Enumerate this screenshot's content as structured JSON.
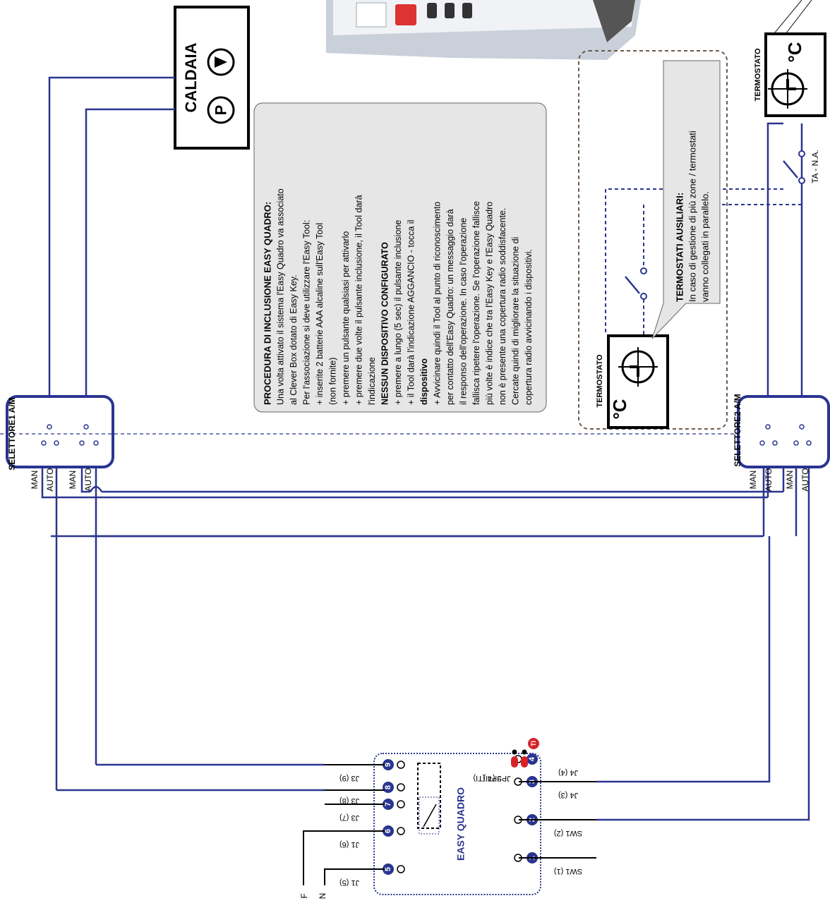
{
  "caldaia": {
    "title": "CALDAIA",
    "pump_icon": "pump-p-icon",
    "flame_icon": "triangle-burner-icon"
  },
  "selettore1": {
    "label": "SELETTORE1 A/M",
    "man_1": "MAN",
    "auto_1": "AUTO",
    "man_2": "MAN",
    "auto_2": "AUTO"
  },
  "selettore2": {
    "label": "SELETTORE2 A/M",
    "man_1": "MAN",
    "auto_1": "AUTO",
    "man_2": "MAN",
    "auto_2": "AUTO"
  },
  "termostato_main": {
    "label": "TERMOSTATO",
    "unit": "°C",
    "contact_label": "TA - N.A."
  },
  "termostato_aux": {
    "label": "TERMOSTATO",
    "unit": "°C"
  },
  "termostati_ausiliari": {
    "title": "TERMOSTATI AUSILIARI:",
    "lines": [
      "In caso di gestione di più zone / termostati",
      "vanno collegati in parallelo."
    ]
  },
  "procedure": {
    "title": "PROCEDURA DI INCLUSIONE EASY QUADRO:",
    "lines": [
      "Una volta attivato il sistema l'Easy Quadro va associato",
      "al Clever Box dotato di Easy Key.",
      "Per l'associazione si deve utilizzare l'Easy Tool:",
      "+ inserite 2 batterie AAA alcaline sull'Easy Tool",
      "(non fornite)",
      "+ premere un pulsante qualsiasi per attivarlo",
      "+ premere due volte il pulsante inclusione, il Tool darà",
      "l'indicazione",
      "NESSUN DISPOSITIVO CONFIGURATO",
      "+ premere a lungo (5 sec) il pulsante inclusione",
      "+ il Tool darà l'indicazione AGGANCIO - tocca il",
      "dispositivo",
      "+ Avvicinare quindi il Tool al punto di riconoscimento",
      "per contatto dell'Easy Quadro: un messaggio darà",
      "il responso dell'operazione. In caso l'operazione",
      "fallisca ripetere l'operazione. Se l'operazione fallisce",
      "più volte è indice che tra l'Easy Key e l'Easy Quadro",
      "non è presente una copertura radio soddisfacente.",
      "Cercate quindi di migliorare la situazione di",
      "copertura radio avvicinando i dispositivi."
    ]
  },
  "easy_quadro": {
    "title": "EASY QUADRO",
    "terminals_top": [
      "5",
      "6",
      "7",
      "8",
      "9"
    ],
    "terminal_labels_top": [
      "J1 (5)",
      "J1 (6)",
      "J3 (7)",
      "J3 (8)",
      "J3 (9)"
    ],
    "terminals_bottom": [
      "1",
      "2",
      "3",
      "4"
    ],
    "terminal_labels_bottom": [
      "SW1 (1)",
      "SW1 (2)",
      "J4 (3)",
      "J4 (4)"
    ],
    "jumpers": [
      "JP4 (TI)",
      "JP5 (TI)"
    ],
    "badge": "TI"
  },
  "power": {
    "line": "F",
    "neutral": "N"
  },
  "colors": {
    "wire_blue": "#2a3590",
    "box_gray": "#e6e6e6",
    "dashed_brown": "#6e5a4a",
    "badge_red": "#d8232a"
  }
}
